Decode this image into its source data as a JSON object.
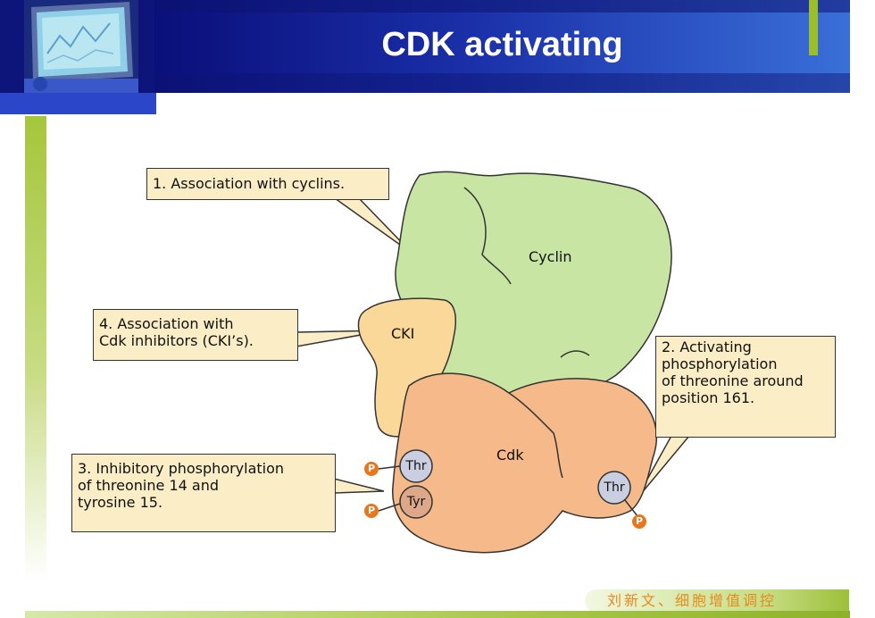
{
  "slide": {
    "title": "CDK activating",
    "footer": "刘新文、细胞增值调控"
  },
  "diagram": {
    "callouts": [
      {
        "id": "cyclin-association",
        "lines": [
          "1. Association with cyclins."
        ]
      },
      {
        "id": "activating-phosphorylation",
        "lines": [
          "2. Activating",
          "phosphorylation",
          "of threonine around",
          "position 161."
        ]
      },
      {
        "id": "inhibitory-phosphorylation",
        "lines": [
          "3. Inhibitory phosphorylation",
          "of threonine 14 and",
          "tyrosine 15."
        ]
      },
      {
        "id": "cki-association",
        "lines": [
          "4. Association with",
          "Cdk inhibitors (CKI’s)."
        ]
      }
    ],
    "shapes": {
      "cyclin": "Cyclin",
      "cki": "CKI",
      "cdk": "Cdk"
    },
    "sites": {
      "thr_left": "Thr",
      "tyr_left": "Tyr",
      "thr_right": "Thr",
      "phosphate": "P"
    },
    "colors": {
      "cyclin": "#c9e5a3",
      "cki": "#f9d89a",
      "cdk": "#f5b98a",
      "callout": "#fbedc6",
      "phosphate": "#e8761c",
      "site": "#c9cfe0",
      "tyr": "#dca889"
    }
  }
}
